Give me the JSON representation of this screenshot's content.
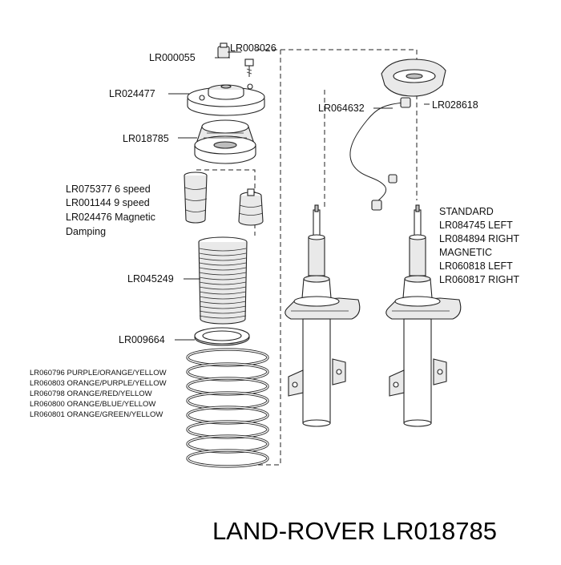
{
  "labels": {
    "lr008026": "LR008026",
    "lr000055": "LR000055",
    "lr024477": "LR024477",
    "lr018785": "LR018785",
    "lr075377": "LR075377 6 speed",
    "lr001144": "LR001144 9 speed",
    "lr024476_1": "LR024476 Magnetic",
    "lr024476_2": "Damping",
    "lr045249": "LR045249",
    "lr009664": "LR009664",
    "lr064632": "LR064632",
    "lr028618": "LR028618"
  },
  "spring_codes": [
    "LR060796 PURPLE/ORANGE/YELLOW",
    "LR060803 ORANGE/PURPLE/YELLOW",
    "LR060798 ORANGE/RED/YELLOW",
    "LR060800 ORANGE/BLUE/YELLOW",
    "LR060801 ORANGE/GREEN/YELLOW"
  ],
  "strut_codes": [
    "STANDARD",
    "LR084745 LEFT",
    "LR084894 RIGHT",
    "MAGNETIC",
    "LR060818 LEFT",
    "LR060817 RIGHT"
  ],
  "footer": {
    "text": "LAND-ROVER LR018785"
  }
}
